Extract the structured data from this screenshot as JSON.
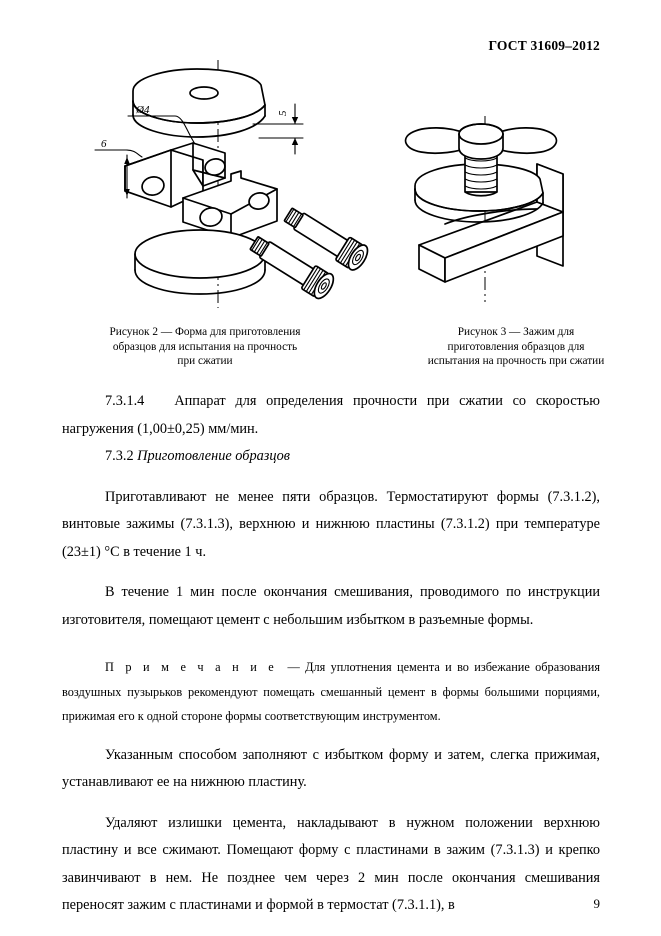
{
  "header": {
    "standard_number": "ГОСТ 31609–2012"
  },
  "figures": {
    "figure2": {
      "caption_line1": "Рисунок 2 — Форма для приготовления",
      "caption_line2": "образцов для испытания на прочность",
      "caption_line3": "при сжатии",
      "dimension_diameter": "Ø4",
      "dimension_height": "6",
      "dimension_thickness": "5",
      "alt": "Экспликационный изометрический чертеж разъемной формы: верхняя пластина, две полуформы, нижняя пластина и два винта"
    },
    "figure3": {
      "caption_line1": "Рисунок 3 — Зажим для",
      "caption_line2": "приготовления образцов для",
      "caption_line3": "испытания на прочность при сжатии",
      "alt": "Изометрический чертеж струбцины с барашковым винтом"
    }
  },
  "body": {
    "paragraphs": [
      {
        "id": "p-7-3-1-4",
        "number": "7.3.1.4",
        "text": "Аппарат для определения прочности при сжатии со скоростью нагружения (1,00±0,25) мм/мин."
      },
      {
        "id": "p-7-3-2",
        "number": "7.3.2",
        "heading_italic": "Приготовление образцов"
      },
      {
        "id": "p-samples",
        "text": "Приготавливают не менее пяти образцов. Термостатируют формы (7.3.1.2), винтовые зажимы (7.3.1.3), верхнюю и нижнюю пластины (7.3.1.2) при температуре (23±1) °С в течение 1 ч."
      },
      {
        "id": "p-mixing",
        "text": "В течение 1 мин после окончания смешивания, проводимого по инструкции изготовителя, помещают цемент с небольшим избытком в разъемные формы."
      },
      {
        "id": "p-note",
        "label": "П р и м е ч а н и е",
        "dash": "—",
        "text": "Для уплотнения цемента и во избежание образования воздушных пузырьков рекомендуют помещать смешанный цемент в формы большими порциями, прижимая его к одной стороне формы соответствующим инструментом."
      },
      {
        "id": "p-fill",
        "text": "Указанным способом заполняют с избытком форму и затем, слегка прижимая, устанавливают ее на нижнюю пластину."
      },
      {
        "id": "p-remove",
        "text": "Удаляют излишки цемента, накладывают в нужном положении верхнюю пластину и все сжимают. Помещают форму с пластинами в зажим (7.3.1.3) и крепко завинчивают в нем. Не позднее чем через 2 мин после окончания смешивания переносят зажим с пластинами и формой в термостат (7.3.1.1), в"
      }
    ]
  },
  "footer": {
    "page_number": "9"
  }
}
